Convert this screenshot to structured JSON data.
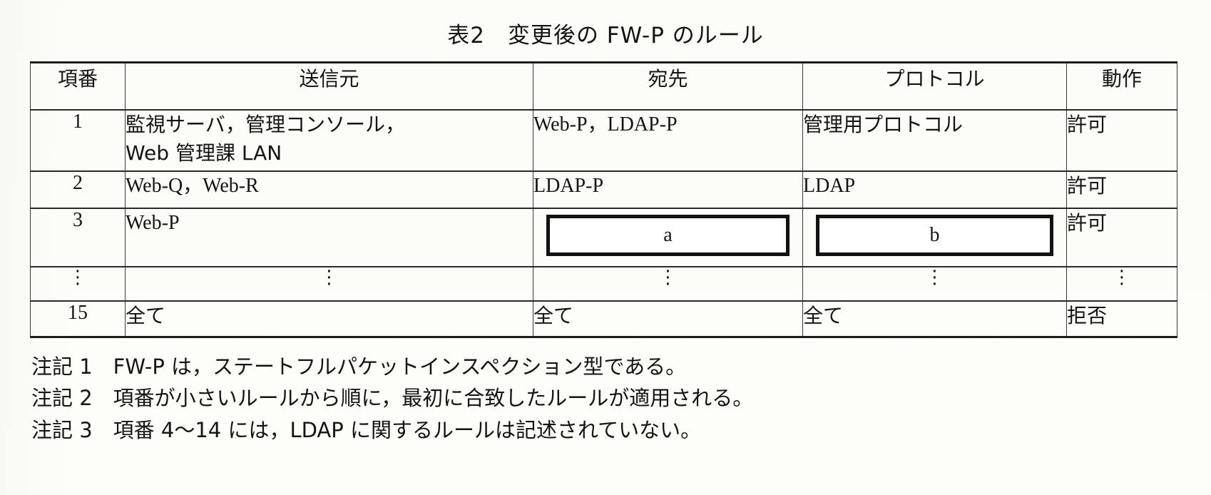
{
  "title": "表2　変更後の FW-P のルール",
  "table": {
    "headers": [
      {
        "key": "no",
        "label": "項番"
      },
      {
        "key": "source",
        "label": "送信元"
      },
      {
        "key": "destination",
        "label": "宛先"
      },
      {
        "key": "protocol",
        "label": "プロトコル"
      },
      {
        "key": "action",
        "label": "動作"
      }
    ],
    "rows": [
      {
        "no": "1",
        "source": "監視サーバ，管理コンソール，\nWeb 管理課 LAN",
        "destination": "Web-P，LDAP-P",
        "protocol": "管理用プロトコル",
        "action": "許可"
      },
      {
        "no": "2",
        "source": "Web-Q，Web-R",
        "destination": "LDAP-P",
        "protocol": "LDAP",
        "action": "許可"
      },
      {
        "no": "3",
        "source": "Web-P",
        "destination_box": "a",
        "protocol_box": "b",
        "action": "許可"
      },
      {
        "no": "⋮",
        "source": "⋮",
        "destination": "⋮",
        "protocol": "⋮",
        "action": "⋮"
      },
      {
        "no": "15",
        "source": "全て",
        "destination": "全て",
        "protocol": "全て",
        "action": "拒否"
      }
    ]
  },
  "notes": [
    "注記 1　FW-P は，ステートフルパケットインスペクション型である。",
    "注記 2　項番が小さいルールから順に，最初に合致したルールが適用される。",
    "注記 3　項番 4～14 には，LDAP に関するルールは記述されていない。"
  ],
  "colors": {
    "ink": "#141414",
    "paper": "#fdfdfb",
    "rule": "#2a2a2a",
    "box_border": "#111111"
  }
}
